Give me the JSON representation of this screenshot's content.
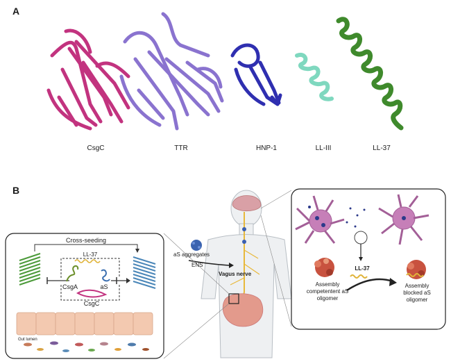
{
  "panel_a": {
    "letter": "A",
    "proteins": [
      {
        "name": "CsgC",
        "color": "#c2337f"
      },
      {
        "name": "TTR",
        "color": "#8a73cf"
      },
      {
        "name": "HNP-1",
        "color": "#2f2fb0"
      },
      {
        "name": "LL-III",
        "color": "#7fd8bf"
      },
      {
        "name": "LL-37",
        "color": "#3f8a2c"
      }
    ]
  },
  "panel_b": {
    "letter": "B",
    "gut": {
      "cross_seeding": "Cross-seeding",
      "ll37": "LL-37",
      "csga": "CsgA",
      "as": "aS",
      "csgc": "CsgC",
      "gut_lumen": "Gut lumen"
    },
    "body": {
      "as_aggregates": "aS aggregates",
      "ens": "ENS",
      "vagus_nerve": "Vagus nerve"
    },
    "brain": {
      "assembly_competent": [
        "Assembly",
        "competentent aS",
        "oligomer"
      ],
      "ll37": "LL-37",
      "assembly_blocked": [
        "Assembly",
        "blocked aS",
        "oligomer"
      ]
    }
  }
}
